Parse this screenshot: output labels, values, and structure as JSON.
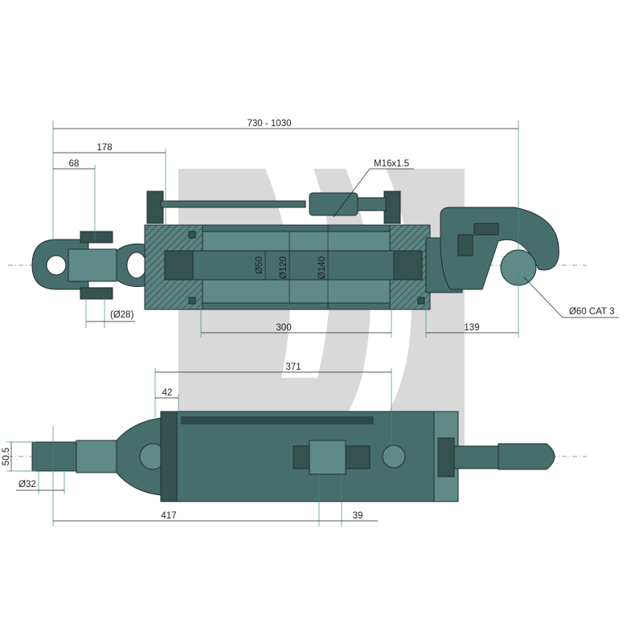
{
  "dimensions": {
    "top": {
      "overall_length": "730 - 1030",
      "d178": "178",
      "d68": "68",
      "thread": "M16x1.5",
      "dia50": "Ø50",
      "dia120": "Ø120",
      "dia140": "Ø140",
      "pin_dia": "(Ø28)",
      "stroke": "300",
      "d139": "139",
      "hook": "Ø60 CAT 3"
    },
    "bottom": {
      "d371": "371",
      "d42": "42",
      "d50_5": "50.5",
      "dia32": "Ø32",
      "d417": "417",
      "d39": "39"
    }
  },
  "colors": {
    "body": "#466e6c",
    "watermark": "#d9d9d9",
    "extension_lines": "#3a8f7a"
  }
}
